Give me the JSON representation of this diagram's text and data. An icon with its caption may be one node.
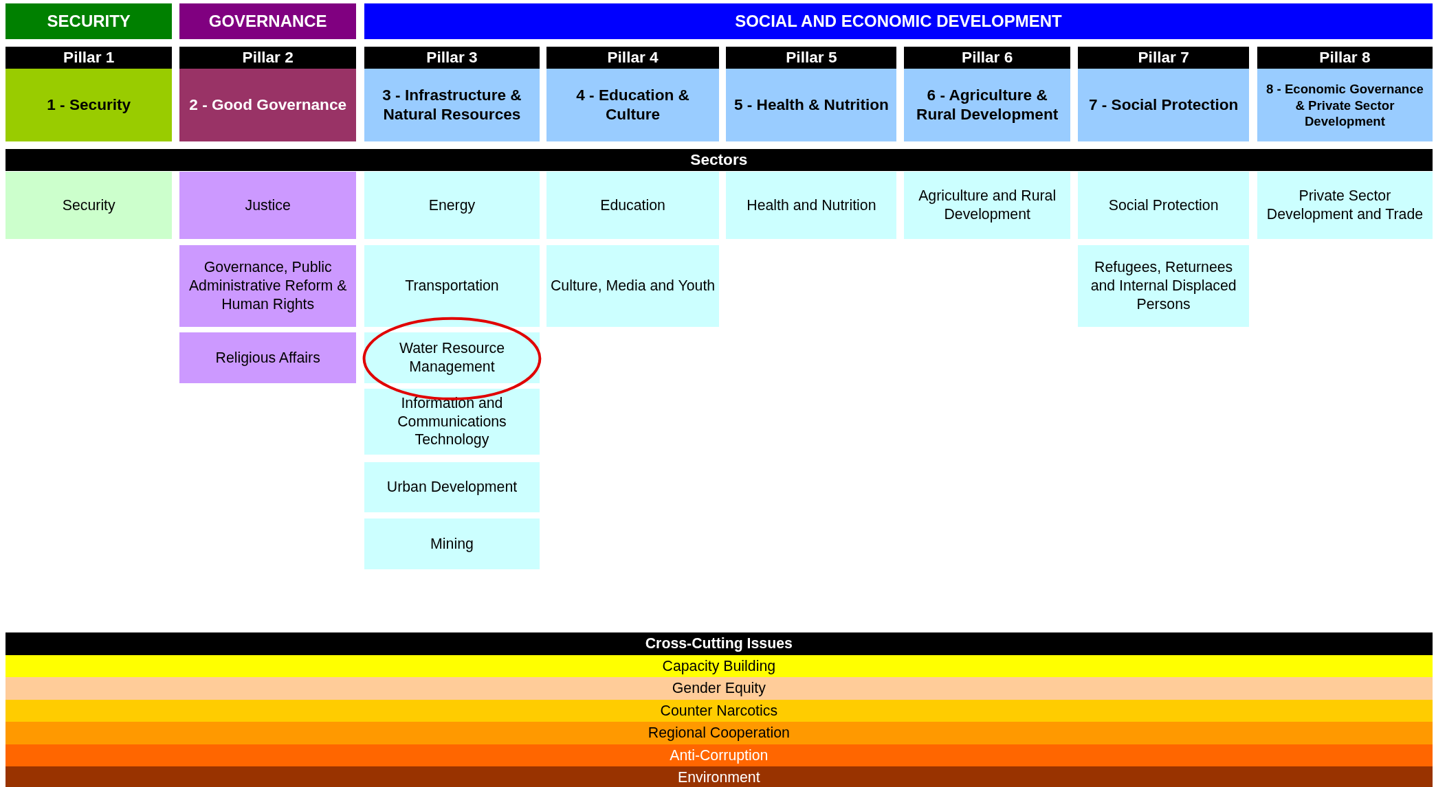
{
  "diagram": {
    "nodes": [
      {
        "text": [
          "SECURITY"
        ]
      },
      {
        "text": [
          "GOVERNANCE"
        ]
      },
      {
        "text": [
          "SOCIAL AND ECONOMIC DEVELOPMENT"
        ]
      },
      {
        "text": [
          "Pillar 1",
          "1 - Security"
        ]
      },
      {
        "text": [
          "Pillar 2",
          "2 - Good Governance"
        ]
      },
      {
        "text": [
          "Pillar 3",
          "3 - Infrastructure & Natural Resources"
        ]
      },
      {
        "text": [
          "Pillar 4",
          "4 - Education & Culture"
        ]
      },
      {
        "text": [
          "Pillar 5",
          "5 - Health & Nutrition"
        ]
      },
      {
        "text": [
          "Pillar 6",
          "6 - Agriculture & Rural Development"
        ]
      },
      {
        "text": [
          "Pillar 7",
          "7 - Social Protection"
        ]
      },
      {
        "text": [
          "Pillar 8",
          "8 - Economic Governance & Private Sector Development"
        ]
      },
      {
        "text": [
          "Sectors"
        ]
      },
      {
        "text": [
          "Security"
        ]
      },
      {
        "text": [
          "Justice"
        ]
      },
      {
        "text": [
          "Energy"
        ]
      },
      {
        "text": [
          "Education"
        ]
      },
      {
        "text": [
          "Health and Nutrition"
        ]
      },
      {
        "text": [
          "Agriculture and Rural Development"
        ]
      },
      {
        "text": [
          "Social Protection"
        ]
      },
      {
        "text": [
          "Private Sector Development and Trade"
        ]
      },
      {
        "text": [
          "Governance, Public Administrative Reform & Human Rights"
        ]
      },
      {
        "text": [
          "Transportation"
        ]
      },
      {
        "text": [
          "Culture, Media and Youth"
        ]
      },
      {
        "text": [
          "Refugees, Returnees and Internal Displaced Persons"
        ]
      },
      {
        "text": [
          "Religious Affairs"
        ]
      },
      {
        "text": [
          "Water Resource Management"
        ]
      },
      {
        "text": [
          "Information and Communications Technology"
        ]
      },
      {
        "text": [
          "Urban Development"
        ]
      },
      {
        "text": [
          "Mining"
        ]
      },
      {
        "text": [
          "Cross-Cutting Issues"
        ]
      },
      {
        "text": [
          "Capacity Building"
        ]
      },
      {
        "text": [
          "Gender Equity"
        ]
      },
      {
        "text": [
          "Counter Narcotics"
        ]
      },
      {
        "text": [
          "Regional Cooperation"
        ]
      },
      {
        "text": [
          "Anti-Corruption"
        ]
      },
      {
        "text": [
          "Environment"
        ]
      }
    ],
    "edges": []
  }
}
